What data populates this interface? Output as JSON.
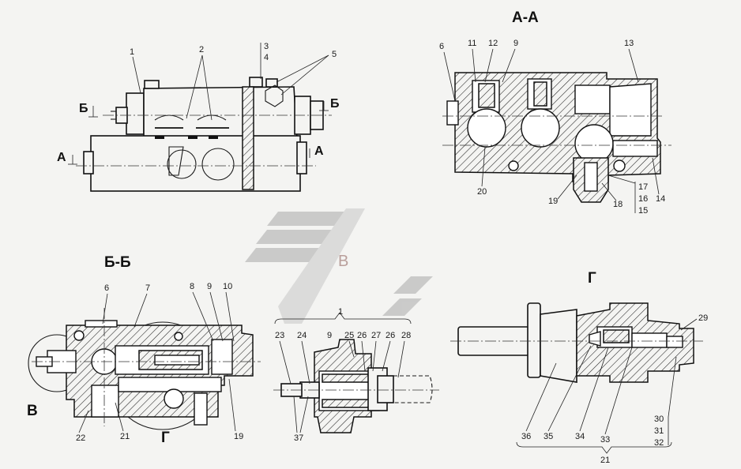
{
  "sections": {
    "aa": "А-А",
    "bb": "Б-Б",
    "g": "Г",
    "arrow_b": "Б",
    "arrow_a": "А",
    "v": "В"
  },
  "watermark": {
    "letter": "В",
    "color": "#8a5a55"
  },
  "labels": {
    "main": [
      "1",
      "2",
      "3",
      "4",
      "5"
    ],
    "aa": [
      "6",
      "11",
      "12",
      "9",
      "13",
      "20",
      "19",
      "18",
      "17",
      "16",
      "15",
      "14"
    ],
    "bb": [
      "6",
      "7",
      "8",
      "9",
      "10",
      "22",
      "21",
      "19"
    ],
    "mid": [
      "1",
      "23",
      "24",
      "9",
      "25",
      "26",
      "27",
      "26",
      "28",
      "37"
    ],
    "g": [
      "29",
      "36",
      "35",
      "34",
      "33",
      "30",
      "31",
      "32",
      "21"
    ]
  },
  "colors": {
    "line": "#111111",
    "paper": "#f4f4f2",
    "watermark": "#b9b9b9"
  }
}
